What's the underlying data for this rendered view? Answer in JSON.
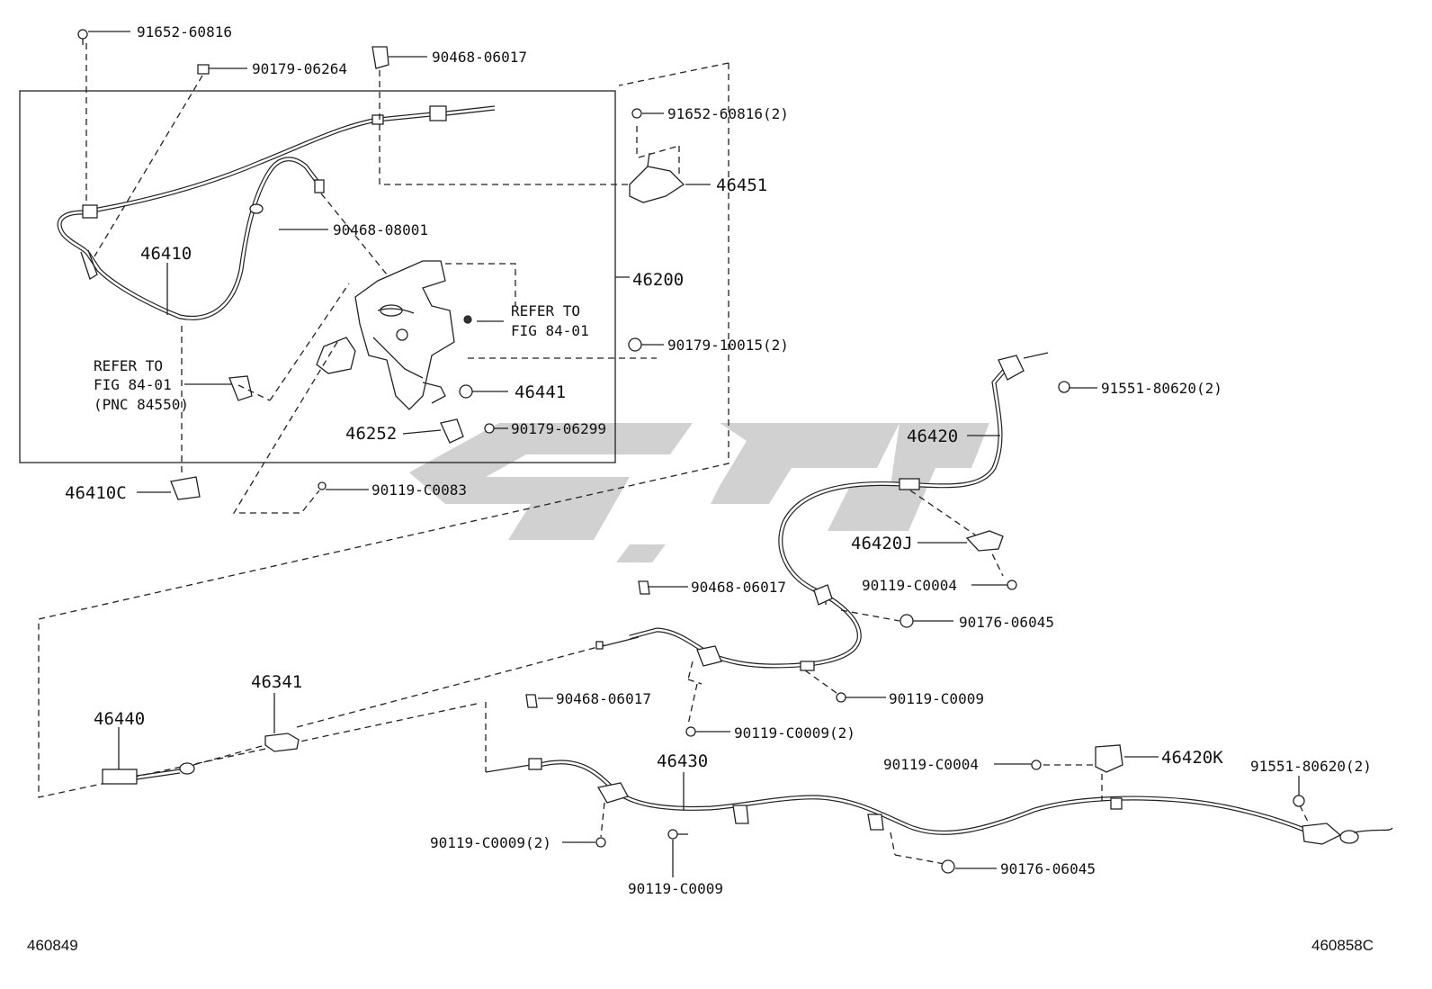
{
  "labels": {
    "l01": "91652-60816",
    "l02": "90179-06264",
    "l03": "90468-06017",
    "l04": "91652-60816(2)",
    "l05": "46451",
    "l06": "90468-08001",
    "l07": "46410",
    "l08": "46200",
    "l09": "REFER TO",
    "l10": "FIG 84-01",
    "l11": "90179-10015(2)",
    "l12": "REFER TO",
    "l13": "FIG 84-01",
    "l14": "(PNC 84550)",
    "l15": "46441",
    "l16": "46252",
    "l17": "90179-06299",
    "l18": "46410C",
    "l19": "90119-C0083",
    "l20": "91551-80620(2)",
    "l21": "46420",
    "l22": "46420J",
    "l23": "90119-C0004",
    "l24": "90468-06017",
    "l25": "90176-06045",
    "l26": "46341",
    "l27": "90119-C0009",
    "l28": "46440",
    "l29": "90468-06017",
    "l30": "90119-C0009(2)",
    "l31": "46430",
    "l32": "90119-C0004",
    "l33": "46420K",
    "l34": "91551-80620(2)",
    "l35": "90119-C0009(2)",
    "l36": "90119-C0009",
    "l37": "90176-06045"
  },
  "footer": {
    "left": "460849",
    "right": "460858C"
  }
}
